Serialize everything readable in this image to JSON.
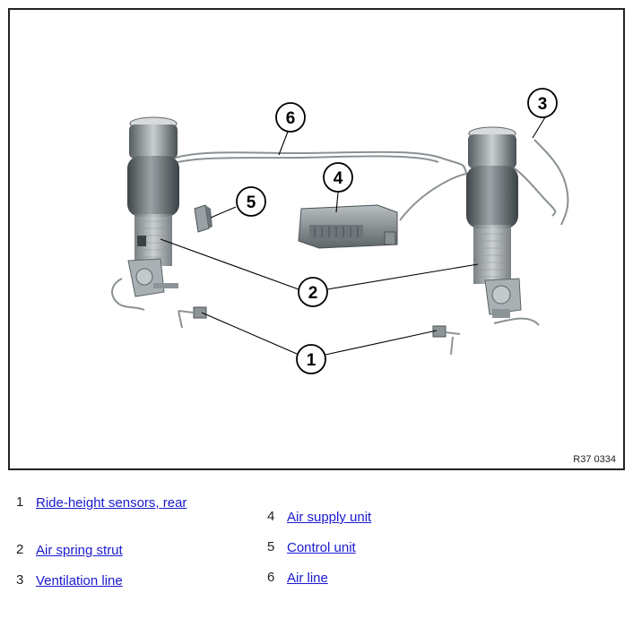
{
  "figure": {
    "code": "R37 0334",
    "callouts": [
      "1",
      "2",
      "3",
      "4",
      "5",
      "6"
    ]
  },
  "legend": [
    {
      "num": "1",
      "label": "Ride-height sensors, rear"
    },
    {
      "num": "2",
      "label": "Air spring strut"
    },
    {
      "num": "3",
      "label": "Ventilation line"
    },
    {
      "num": "4",
      "label": "Air supply unit"
    },
    {
      "num": "5",
      "label": "Control unit"
    },
    {
      "num": "6",
      "label": "Air line"
    }
  ]
}
